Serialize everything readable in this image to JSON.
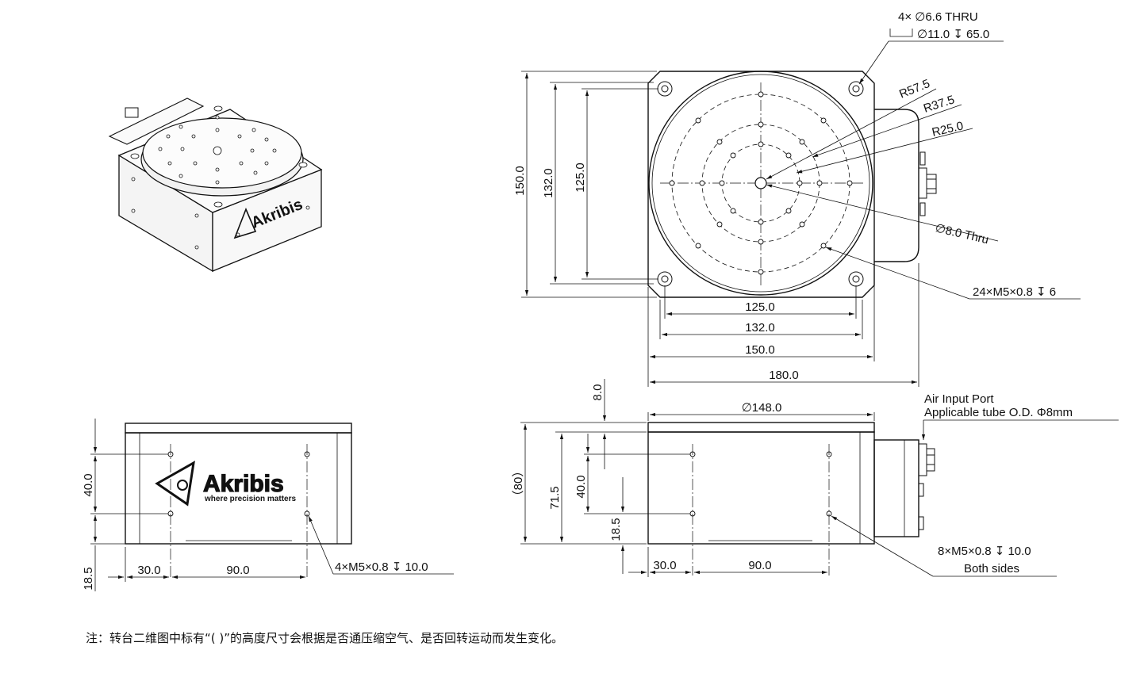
{
  "note": "注：转台二维图中标有“( )”的高度尺寸会根据是否通压缩空气、是否回转运动而发生变化。",
  "brand": {
    "name": "Akribis",
    "tagline": "where precision matters"
  },
  "top_view": {
    "callout_holes": "4× ∅6.6 THRU",
    "callout_cbore": "∅11.0 ↧ 65.0",
    "r_outer": "R57.5",
    "r_mid": "R37.5",
    "r_inner": "R25.0",
    "center_hole": "∅8.0 Thru",
    "tapped_holes": "24×M5×0.8 ↧ 6",
    "v_150": "150.0",
    "v_132": "132.0",
    "v_125": "125.0",
    "h_125": "125.0",
    "h_132": "132.0",
    "h_150": "150.0",
    "h_180": "180.0"
  },
  "front_view": {
    "v_40": "40.0",
    "v_18_5": "18.5",
    "h_30": "30.0",
    "h_90": "90.0",
    "holes": "4×M5×0.8 ↧ 10.0"
  },
  "side_view": {
    "v_8": "8.0",
    "dia_148": "∅148.0",
    "air_port_line1": "Air Input Port",
    "air_port_line2": "Applicable tube O.D. Φ8mm",
    "v_80": "（80）",
    "v_71_5": "71.5",
    "v_40": "40.0",
    "v_18_5": "18.5",
    "h_30": "30.0",
    "h_90": "90.0",
    "holes_line1": "8×M5×0.8 ↧ 10.0",
    "holes_line2": "Both sides"
  }
}
